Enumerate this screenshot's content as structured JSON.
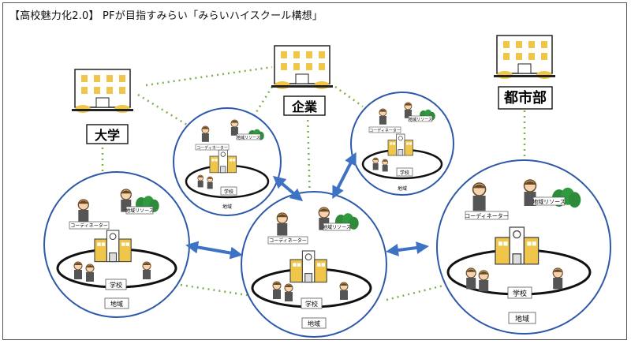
{
  "title": "【高校魅力化2.0】 PFが目指すみらい「みらいハイスクール構想」",
  "entities": {
    "university": "大学",
    "company": "企業",
    "city": "都市部"
  },
  "regions": {
    "small_left_top": {
      "school": "学校",
      "area": "地域",
      "coordinator": "コーディネーター",
      "resource": "地域リソース"
    },
    "small_right_top": {
      "school": "学校",
      "area": "地域",
      "coordinator": "コーディネーター",
      "resource": "地域リソース"
    },
    "left": {
      "school": "学校",
      "area": "地域",
      "coordinator": "コーディネーター",
      "resource": "地域リソース"
    },
    "center": {
      "school": "学校",
      "area": "地域",
      "coordinator": "コーディネーター",
      "resource": "地域リソース"
    },
    "right": {
      "school": "学校",
      "area": "地域",
      "coordinator": "コーディネーター",
      "resource": "地域リソース"
    }
  },
  "colors": {
    "circle": "#2d5aa8",
    "arrow": "#3e72c4",
    "dotted": "#7fb04a",
    "building": "#f0c64a",
    "tree": "#2e8b3a"
  }
}
